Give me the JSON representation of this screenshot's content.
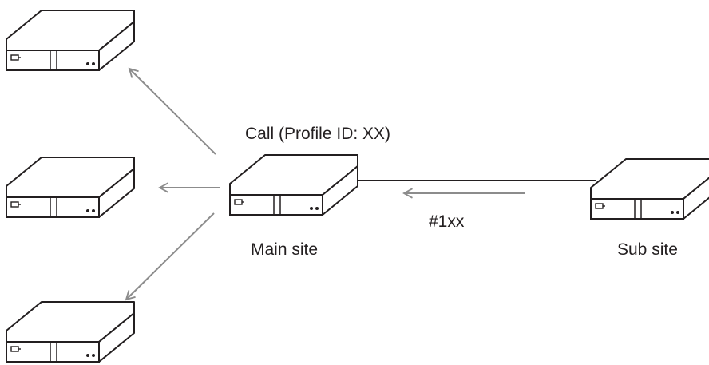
{
  "labels": {
    "call": "Call (Profile ID: XX)",
    "main_site": "Main site",
    "sub_site": "Sub site",
    "key_sequence": "#1xx"
  },
  "icons": {
    "device": "video-conference-unit-icon"
  },
  "colors": {
    "device_stroke": "#231f20",
    "arrow": "#8c8c8c",
    "connection_line": "#231f20"
  }
}
